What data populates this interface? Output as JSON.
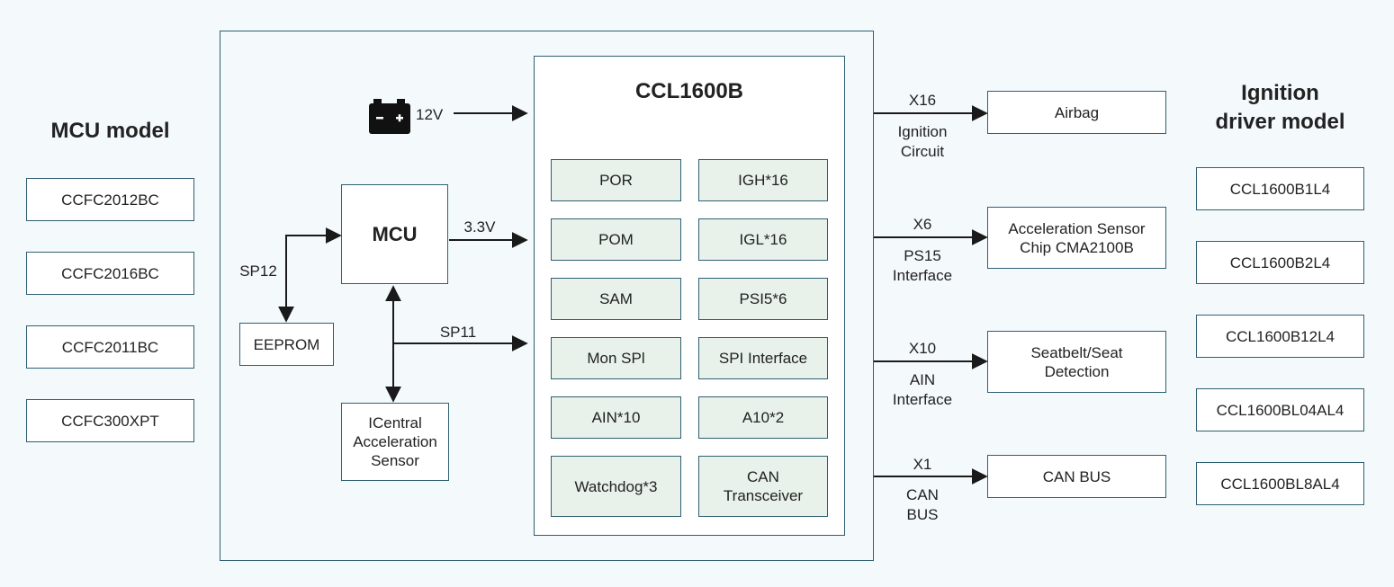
{
  "left": {
    "title": "MCU model",
    "models": [
      "CCFC2012BC",
      "CCFC2016BC",
      "CCFC2011BC",
      "CCFC300XPT"
    ]
  },
  "right": {
    "title": "Ignition\ndriver model",
    "models": [
      "CCL1600B1L4",
      "CCL1600B2L4",
      "CCL1600B12L4",
      "CCL1600BL04AL4",
      "CCL1600BL8AL4"
    ]
  },
  "board": {
    "battery_label": "12V",
    "mcu_label": "MCU",
    "mcu_voltage": "3.3V",
    "sp12": "SP12",
    "sp11": "SP11",
    "eeprom": "EEPROM",
    "sensor": "ICentral\nAcceleration\nSensor"
  },
  "chip": {
    "title": "CCL1600B",
    "cells": [
      [
        "POR",
        "IGH*16"
      ],
      [
        "POM",
        "IGL*16"
      ],
      [
        "SAM",
        "PSI5*6"
      ],
      [
        "Mon SPl",
        "SPI  Interface"
      ],
      [
        "AIN*10",
        "A10*2"
      ],
      [
        "Watchdog*3",
        "CAN\nTransceiver"
      ]
    ]
  },
  "outputs": [
    {
      "top": "X16",
      "bottom": "Ignition\nCircuit",
      "target": "Airbag"
    },
    {
      "top": "X6",
      "bottom": "PS15\nInterface",
      "target": "Acceleration Sensor\nChip CMA2100B"
    },
    {
      "top": "X10",
      "bottom": "AIN\nInterface",
      "target": "Seatbelt/Seat\nDetection"
    },
    {
      "top": "X1",
      "bottom": "CAN\nBUS",
      "target": "CAN BUS"
    }
  ],
  "colors": {
    "background": "#f4f9fc",
    "border": "#2f5f72",
    "cell_fill": "#e8f1ea",
    "arrow": "#1a1a1a"
  }
}
